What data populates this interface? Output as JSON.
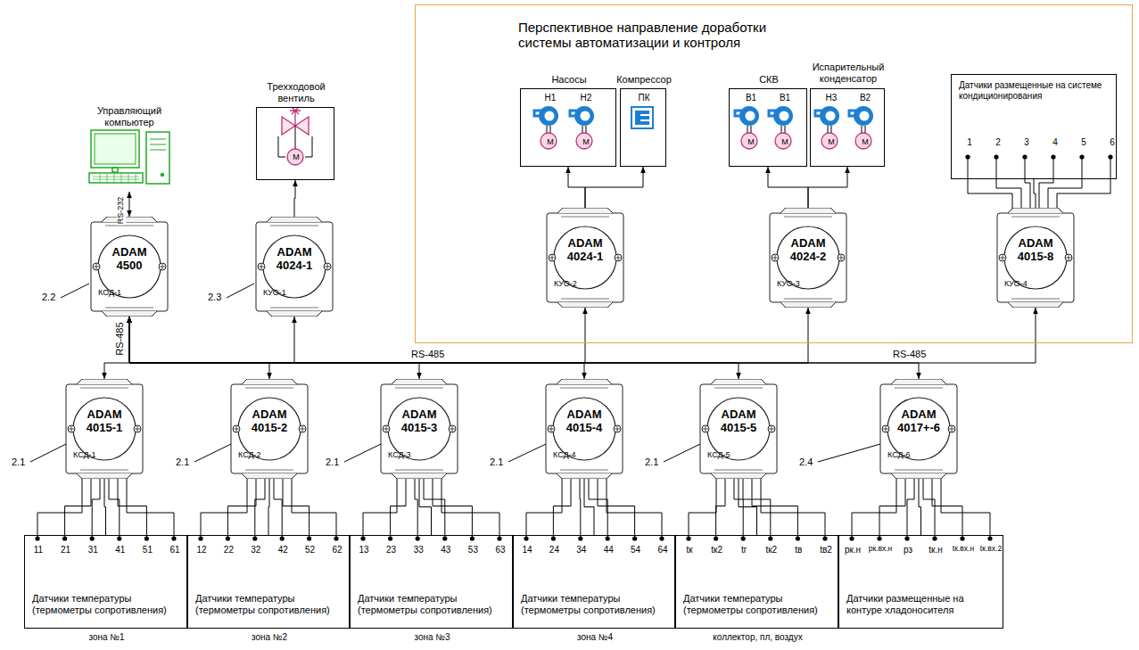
{
  "diagram": {
    "nodes": [
      {
        "text": [
          "Управляющий компьютер"
        ]
      },
      {
        "text": [
          "ADAM 4500",
          "КОД-1"
        ]
      },
      {
        "text": [
          "Трехходовой вентиль",
          "М"
        ]
      },
      {
        "text": [
          "ADAM 4024-1",
          "КУО-1"
        ]
      },
      {
        "text": [
          "Перспективное направление доработки системы автоматизации и контроля"
        ]
      },
      {
        "text": [
          "Насосы",
          "Н1",
          "Н2",
          "М",
          "М"
        ],
        "in": 4
      },
      {
        "text": [
          "Компрессор",
          "ПК"
        ],
        "in": 4
      },
      {
        "text": [
          "СКВ",
          "В1",
          "В1",
          "М",
          "М"
        ],
        "in": 4
      },
      {
        "text": [
          "Испарительный конденсатор",
          "Н3",
          "В2",
          "М",
          "М"
        ],
        "in": 4
      },
      {
        "text": [
          "Датчики размещенные на системе кондиционирования",
          "1",
          "2",
          "3",
          "4",
          "5",
          "6"
        ],
        "in": 4
      },
      {
        "text": [
          "ADAM 4024-1",
          "КУО-2"
        ],
        "in": 4
      },
      {
        "text": [
          "ADAM 4024-2",
          "КУО-3"
        ],
        "in": 4
      },
      {
        "text": [
          "ADAM 4015-8",
          "КУО-4"
        ],
        "in": 4
      },
      {
        "text": [
          "ADAM 4015-1",
          "КСД-1"
        ]
      },
      {
        "text": [
          "ADAM 4015-2",
          "КСД-2"
        ]
      },
      {
        "text": [
          "ADAM 4015-3",
          "КСД-3"
        ]
      },
      {
        "text": [
          "ADAM 4015-4",
          "КСД-4"
        ]
      },
      {
        "text": [
          "ADAM 4015-5",
          "КСД-5"
        ]
      },
      {
        "text": [
          "ADAM 4017+-6",
          "КСД-6"
        ]
      },
      {
        "text": [
          "11",
          "21",
          "31",
          "41",
          "51",
          "61",
          "Датчики температуры (термометры сопротивления)",
          "зона №1"
        ]
      },
      {
        "text": [
          "12",
          "22",
          "32",
          "42",
          "52",
          "62",
          "Датчики температуры (термометры сопротивления)",
          "зона №2"
        ]
      },
      {
        "text": [
          "13",
          "23",
          "33",
          "43",
          "53",
          "63",
          "Датчики температуры (термометры сопротивления)",
          "зона №3"
        ]
      },
      {
        "text": [
          "14",
          "24",
          "34",
          "44",
          "54",
          "64",
          "Датчики температуры (термометры сопротивления)",
          "зона №4"
        ]
      },
      {
        "text": [
          "tк",
          "tк2",
          "tг",
          "tк2",
          "tв",
          "tв2",
          "Датчики температуры (термометры сопротивления)",
          "коллектор, пл, воздух"
        ]
      },
      {
        "text": [
          "pк.н",
          "pк.вх.н",
          "pз",
          "tк.н",
          "tк.вх.н",
          "tк.вх.2",
          "Датчики размещенные на контуре хладоносителя"
        ]
      }
    ],
    "edges": [
      {
        "from": 0,
        "to": 1,
        "arrow": "both",
        "label": "RS-232"
      },
      {
        "from": 1,
        "to": 3,
        "arrow": "to"
      },
      {
        "from": 1,
        "to": 10,
        "arrow": "to"
      },
      {
        "from": 1,
        "to": 11,
        "arrow": "to"
      },
      {
        "from": 1,
        "to": 12,
        "arrow": "to"
      },
      {
        "from": 1,
        "to": 13,
        "arrow": "both"
      },
      {
        "from": 1,
        "to": 14,
        "arrow": "both"
      },
      {
        "from": 1,
        "to": 15,
        "arrow": "both"
      },
      {
        "from": 1,
        "to": 16,
        "arrow": "both"
      },
      {
        "from": 1,
        "to": 17,
        "arrow": "both"
      },
      {
        "from": 1,
        "to": 18,
        "arrow": "both"
      },
      {
        "from": 3,
        "to": 2,
        "arrow": "to"
      },
      {
        "from": 10,
        "to": 5,
        "arrow": "to"
      },
      {
        "from": 10,
        "to": 6,
        "arrow": "to"
      },
      {
        "from": 11,
        "to": 7,
        "arrow": "to"
      },
      {
        "from": 11,
        "to": 8,
        "arrow": "to"
      },
      {
        "from": 9,
        "to": 12,
        "arrow": "none"
      },
      {
        "from": 19,
        "to": 13,
        "arrow": "none"
      },
      {
        "from": 20,
        "to": 14,
        "arrow": "none"
      },
      {
        "from": 21,
        "to": 15,
        "arrow": "none"
      },
      {
        "from": 22,
        "to": 16,
        "arrow": "none"
      },
      {
        "from": 23,
        "to": 17,
        "arrow": "none"
      },
      {
        "from": 24,
        "to": 18,
        "arrow": "none"
      }
    ],
    "labels": [
      "2.2",
      "2.3",
      "2.1",
      "2.1",
      "2.1",
      "2.1",
      "2.1",
      "2.4",
      "RS-485",
      "RS-485",
      "RS-485"
    ]
  }
}
